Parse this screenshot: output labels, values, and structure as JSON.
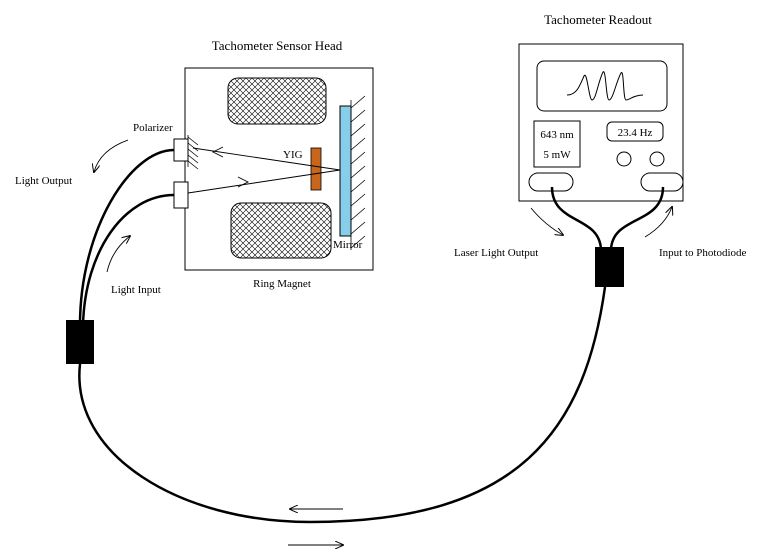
{
  "sensor_head": {
    "title": "Tachometer Sensor Head",
    "polarizer_label": "Polarizer",
    "yig_label": "YIG",
    "mirror_label": "Mirror",
    "ring_magnet_label": "Ring Magnet",
    "light_output_label": "Light Output",
    "light_input_label": "Light Input"
  },
  "readout": {
    "title": "Tachometer Readout",
    "wavelength": "643 nm",
    "power": "5 mW",
    "frequency": "23.4 Hz",
    "laser_output_label": "Laser Light Output",
    "photodiode_input_label": "Input to Photodiode"
  },
  "colors": {
    "yig": "#c8661b",
    "mirror": "#87ceeb",
    "connector": "#000000",
    "line": "#000000"
  }
}
